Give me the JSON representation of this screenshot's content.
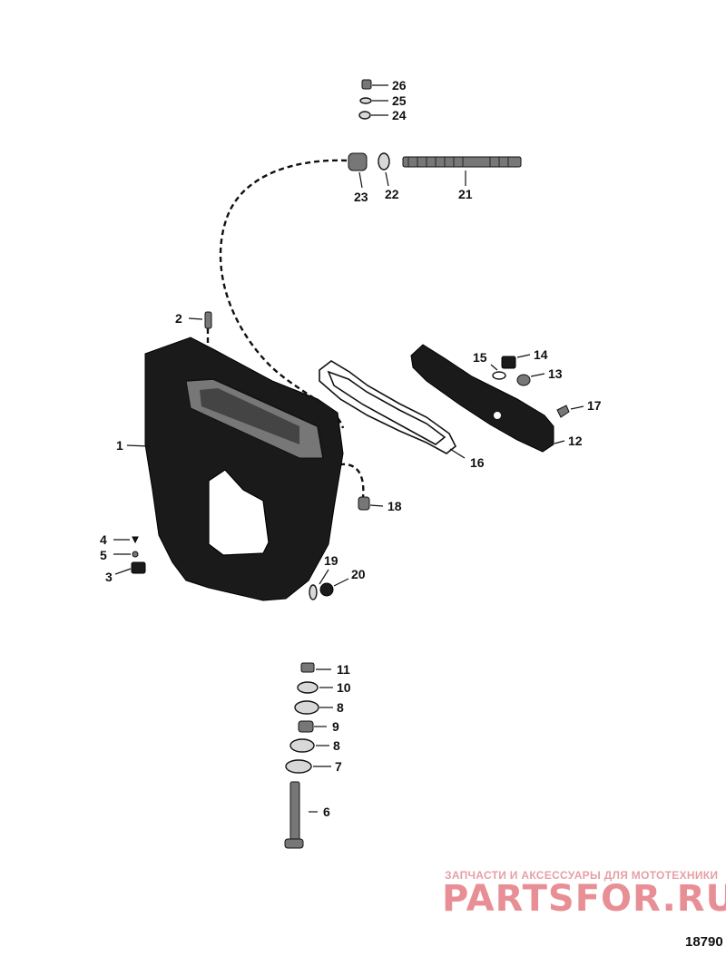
{
  "callouts": {
    "c1": "1",
    "c2": "2",
    "c3": "3",
    "c4": "4",
    "c5": "5",
    "c6": "6",
    "c7": "7",
    "c8a": "8",
    "c8b": "8",
    "c9": "9",
    "c10": "10",
    "c11": "11",
    "c12": "12",
    "c13": "13",
    "c14": "14",
    "c15": "15",
    "c16": "16",
    "c17": "17",
    "c18": "18",
    "c19": "19",
    "c20": "20",
    "c21": "21",
    "c22": "22",
    "c23": "23",
    "c24": "24",
    "c25": "25",
    "c26": "26"
  },
  "watermark": {
    "tagline": "ЗАПЧАСТИ И АКСЕССУАРЫ ДЛЯ МОТОТЕХНИКИ",
    "brand": "PARTSFOR.RU"
  },
  "drawing_number": "18790"
}
